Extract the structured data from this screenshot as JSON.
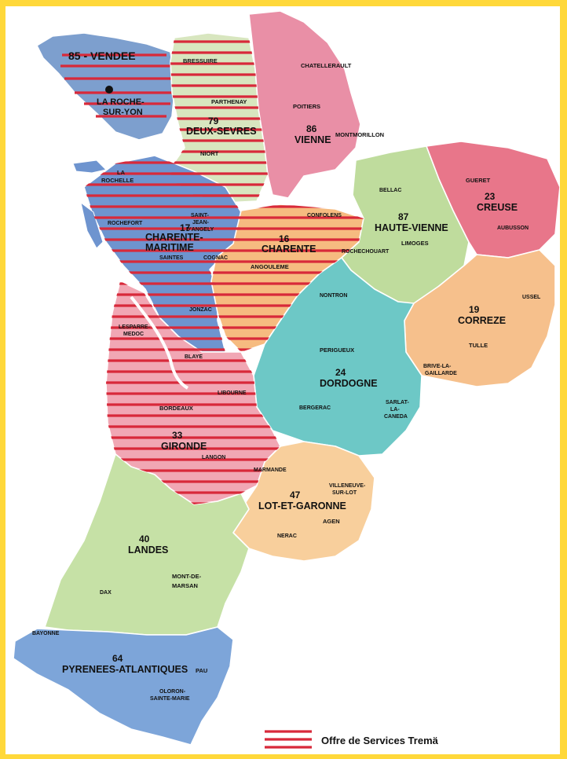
{
  "colors": {
    "frame": "#ffd83a",
    "stripe": "#d8293a",
    "vendee": "#7d9fce",
    "deux_sevres": "#d8e6bf",
    "vienne": "#e98fa6",
    "charente_maritime": "#6e94cf",
    "charente": "#f6bb80",
    "haute_vienne": "#bfdc9d",
    "creuse": "#e8768a",
    "correze": "#f6c08c",
    "dordogne": "#6dc8c6",
    "gironde": "#f1a7b4",
    "lot_et_garonne": "#f8cf9c",
    "landes": "#c6e1a6",
    "pyrenees_atlantiques": "#7da5d9"
  },
  "inset": {
    "title": "85 - VENDEE",
    "city": "LA ROCHE-",
    "city2": "SUR-YON"
  },
  "departments": {
    "deux_sevres": {
      "number": "79",
      "name": "DEUX-SEVRES"
    },
    "vienne": {
      "number": "86",
      "name": "VIENNE"
    },
    "charente_maritime": {
      "number": "17",
      "name": "CHARENTE-",
      "name2": "MARITIME"
    },
    "charente": {
      "number": "16",
      "name": "CHARENTE"
    },
    "haute_vienne": {
      "number": "87",
      "name": "HAUTE-VIENNE"
    },
    "creuse": {
      "number": "23",
      "name": "CREUSE"
    },
    "correze": {
      "number": "19",
      "name": "CORREZE"
    },
    "dordogne": {
      "number": "24",
      "name": "DORDOGNE"
    },
    "gironde": {
      "number": "33",
      "name": "GIRONDE"
    },
    "lot_et_garonne": {
      "number": "47",
      "name": "LOT-ET-GARONNE"
    },
    "landes": {
      "number": "40",
      "name": "LANDES"
    },
    "pyrenees_atlantiques": {
      "number": "64",
      "name": "PYRENEES-ATLANTIQUES"
    }
  },
  "cities": {
    "bressuire": "BRESSUIRE",
    "parthenay": "PARTHENAY",
    "niort": "NIORT",
    "chatellerault": "CHATELLERAULT",
    "poitiers": "POITIERS",
    "montmorillon": "MONTMORILLON",
    "la": "LA",
    "rochelle": "ROCHELLE",
    "saint": "SAINT-",
    "jean": "JEAN-",
    "dangely": "D'ANGELY",
    "rochefort": "ROCHEFORT",
    "saintes": "SAINTES",
    "cognac": "COGNAC",
    "jonzac": "JONZAC",
    "confolens": "CONFOLENS",
    "angouleme": "ANGOULEME",
    "bellac": "BELLAC",
    "rochechouart": "ROCHECHOUART",
    "limoges": "LIMOGES",
    "gueret": "GUERET",
    "aubusson": "AUBUSSON",
    "ussel": "USSEL",
    "tulle": "TULLE",
    "brive": "BRIVE-LA-",
    "gaillarde": "GAILLARDE",
    "nontron": "NONTRON",
    "perigueux": "PERIGUEUX",
    "bergerac": "BERGERAC",
    "sarlat": "SARLAT-",
    "la2": "LA-",
    "caneda": "CANEDA",
    "lesparre": "LESPARRE-",
    "medoc": "MEDOC",
    "blaye": "BLAYE",
    "libourne": "LIBOURNE",
    "bordeaux": "BORDEAUX",
    "langon": "LANGON",
    "marmande": "MARMANDE",
    "villeneuve": "VILLENEUVE-",
    "surlot": "SUR-LOT",
    "agen": "AGEN",
    "nerac": "NERAC",
    "montde": "MONT-DE-",
    "marsan": "MARSAN",
    "dax": "DAX",
    "bayonne": "BAYONNE",
    "pau": "PAU",
    "oloron": "OLORON-",
    "saintemarie": "SAINTE-MARIE"
  },
  "legend": {
    "label": "Offre de Services Tremä"
  }
}
